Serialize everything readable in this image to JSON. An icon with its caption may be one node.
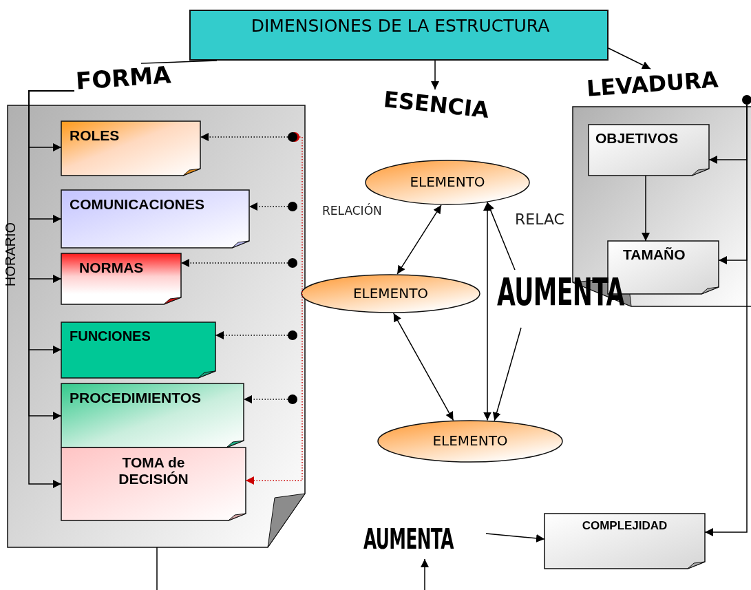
{
  "diagram": {
    "nodes": [
      {
        "text": [
          "DIMENSIONES DE LA ESTRUCTURA"
        ]
      },
      {
        "text": [
          "FORMA"
        ]
      },
      {
        "text": [
          "ESENCIA"
        ]
      },
      {
        "text": [
          "LEVADURA"
        ]
      },
      {
        "text": [
          "HORARIO"
        ]
      },
      {
        "text": [
          "ROLES"
        ],
        "in": 4
      },
      {
        "text": [
          "COMUNICACIONES"
        ],
        "in": 4
      },
      {
        "text": [
          "NORMAS"
        ],
        "in": 4
      },
      {
        "text": [
          "FUNCIONES"
        ],
        "in": 4
      },
      {
        "text": [
          "PROCEDIMIENTOS"
        ],
        "in": 4
      },
      {
        "text": [
          "TOMA de DECISIÓN"
        ],
        "in": 4
      },
      {
        "text": [
          "ELEMENTO"
        ]
      },
      {
        "text": [
          "ELEMENTO"
        ]
      },
      {
        "text": [
          "ELEMENTO"
        ]
      },
      {
        "text": [
          "AUMENTA"
        ]
      },
      {
        "text": [],
        "shape": "box"
      },
      {
        "text": [
          "OBJETIVOS"
        ],
        "in": 15
      },
      {
        "text": [
          "TAMAÑO"
        ],
        "in": 15
      },
      {
        "text": [
          "AUMENTA"
        ]
      },
      {
        "text": [
          "COMPLEJIDAD"
        ]
      },
      {
        "text": [],
        "shape": "circle"
      },
      {
        "text": [],
        "shape": "circle",
        "in": 4
      },
      {
        "text": [],
        "shape": "circle",
        "in": 4
      },
      {
        "text": [],
        "shape": "circle",
        "in": 4
      },
      {
        "text": [],
        "shape": "circle",
        "in": 4
      },
      {
        "text": [],
        "shape": "circle",
        "in": 4
      }
    ],
    "edges": [
      {
        "from": 0,
        "to": 1,
        "arrow": "none"
      },
      {
        "from": 0,
        "to": 2,
        "arrow": "to"
      },
      {
        "from": 0,
        "to": 3,
        "arrow": "to"
      },
      {
        "from": 1,
        "to": 5,
        "arrow": "to"
      },
      {
        "from": 1,
        "to": 6,
        "arrow": "to"
      },
      {
        "from": 1,
        "to": 7,
        "arrow": "to"
      },
      {
        "from": 1,
        "to": 8,
        "arrow": "to"
      },
      {
        "from": 1,
        "to": 9,
        "arrow": "to"
      },
      {
        "from": 1,
        "to": 10,
        "arrow": "to"
      },
      {
        "from": 21,
        "to": 5,
        "arrow": "to",
        "style": "dashed"
      },
      {
        "from": 22,
        "to": 6,
        "arrow": "to",
        "style": "dashed"
      },
      {
        "from": 23,
        "to": 7,
        "arrow": "to",
        "style": "dashed"
      },
      {
        "from": 24,
        "to": 8,
        "arrow": "to",
        "style": "dashed"
      },
      {
        "from": 25,
        "to": 9,
        "arrow": "to",
        "style": "dashed"
      },
      {
        "from": 21,
        "to": 10,
        "arrow": "to",
        "style": "dashed",
        "color": "#cc0000"
      },
      {
        "from": 11,
        "to": 12,
        "arrow": "both"
      },
      {
        "from": 11,
        "to": 13,
        "arrow": "both"
      },
      {
        "from": 12,
        "to": 13,
        "arrow": "both"
      },
      {
        "from": 14,
        "to": 11,
        "arrow": "to"
      },
      {
        "from": 14,
        "to": 13,
        "arrow": "to"
      },
      {
        "from": 16,
        "to": 17,
        "arrow": "to"
      },
      {
        "from": 20,
        "to": 16,
        "arrow": "to"
      },
      {
        "from": 20,
        "to": 17,
        "arrow": "to"
      },
      {
        "from": 20,
        "to": 19,
        "arrow": "to"
      },
      {
        "from": 18,
        "to": 19,
        "arrow": "to"
      },
      {
        "from": null,
        "to": 18,
        "arrow": "to"
      },
      {
        "from": 4,
        "to": null,
        "arrow": "none"
      }
    ],
    "labels": [
      "RELACIÓN",
      "RELAC"
    ]
  }
}
